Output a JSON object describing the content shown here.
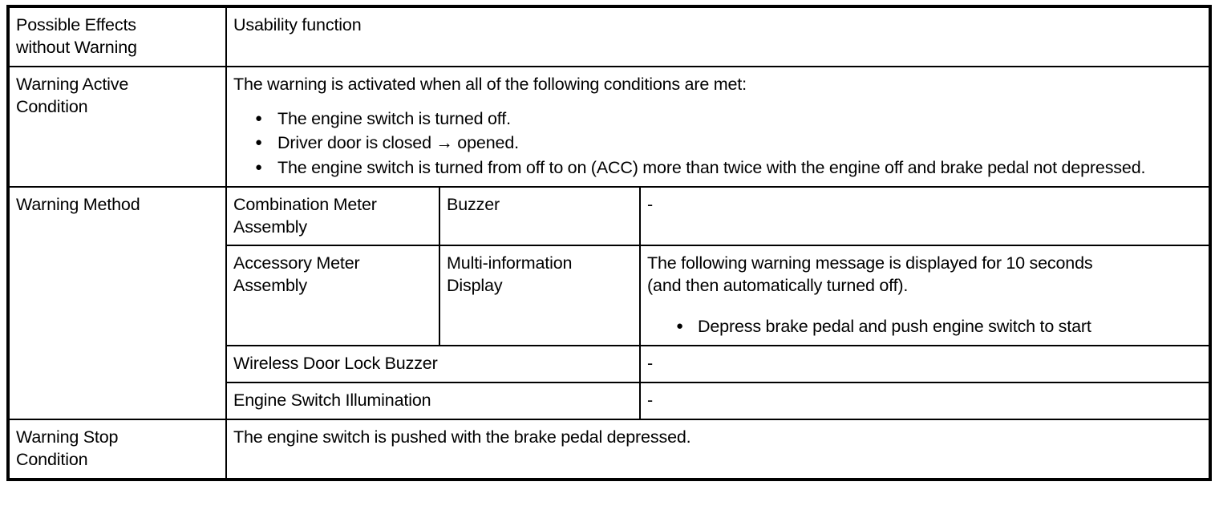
{
  "document": {
    "type": "specification-table",
    "title": "Warning specification table"
  },
  "table": {
    "rows": [
      {
        "id": "possible-effects",
        "label": "Possible Effects\nwithout Warning",
        "label_line1": "Possible Effects",
        "label_line2": "without Warning",
        "value": "Usability function"
      },
      {
        "id": "warning-active-condition",
        "label_line1": "Warning Active",
        "label_line2": "Condition",
        "intro": "The warning is activated when all of the following conditions are met:",
        "bullets": [
          "The engine switch is turned off.",
          "Driver door is closed → opened.",
          "The engine switch is turned from off to on (ACC) more than twice with the engine off and brake pedal not depressed."
        ]
      },
      {
        "id": "warning-method",
        "label": "Warning Method",
        "subrows": [
          {
            "id": "combination-meter-buzzer",
            "device_line1": "Combination Meter",
            "device_line2": "Assembly",
            "kind": "Buzzer",
            "detail": "-"
          },
          {
            "id": "accessory-meter-mid",
            "device_line1": "Accessory Meter",
            "device_line2": "Assembly",
            "kind_line1": "Multi-information",
            "kind_line2": "Display",
            "detail_line1": "The following warning message is displayed for 10 seconds",
            "detail_line2": "(and then automatically turned off).",
            "detail_bullets": [
              "Depress brake pedal and push engine switch to start"
            ]
          },
          {
            "id": "wireless-door-lock-buzzer",
            "device": "Wireless Door Lock Buzzer",
            "detail": "-"
          },
          {
            "id": "engine-switch-illumination",
            "device": "Engine Switch Illumination",
            "detail": "-"
          }
        ]
      },
      {
        "id": "warning-stop-condition",
        "label_line1": "Warning Stop",
        "label_line2": "Condition",
        "value": "The engine switch is pushed with the brake pedal depressed."
      }
    ]
  },
  "symbols": {
    "bullet": "●",
    "arrow": "→",
    "dash": "-"
  },
  "colors": {
    "text": "#000000",
    "background": "#ffffff",
    "border": "#000000"
  }
}
